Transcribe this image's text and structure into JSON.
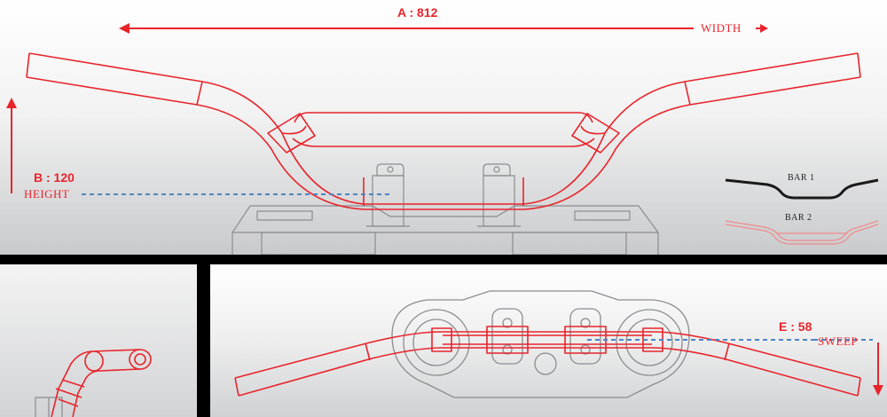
{
  "dimensions": {
    "width_label": "A : 812",
    "width_axis": "WIDTH",
    "height_label": "B : 120",
    "height_axis": "HEIGHT",
    "sweep_label": "E : 58",
    "sweep_axis": "SWEEP"
  },
  "legend": {
    "bar1": "BAR 1",
    "bar2": "BAR 2"
  },
  "colors": {
    "accent": "#e8242b",
    "guide": "#4a86c8",
    "outline": "#8a8c90",
    "bar1": "#1a1a1a",
    "bar2": "#f08a8a"
  }
}
